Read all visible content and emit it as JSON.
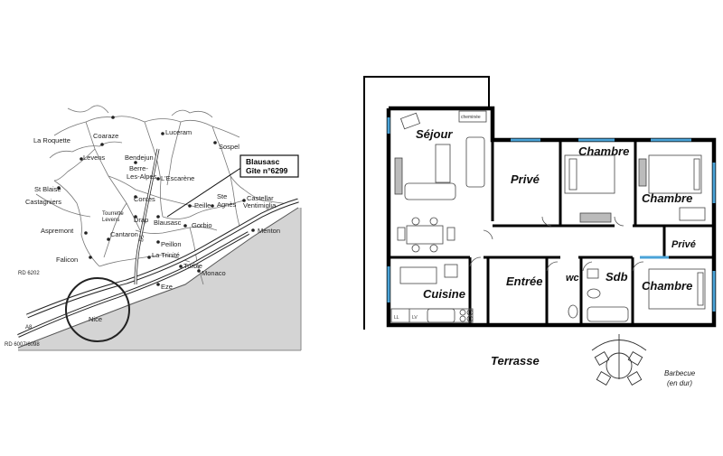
{
  "map": {
    "places": {
      "la_roquette": "La Roquette",
      "coaraze": "Coaraze",
      "luceram": "Luceram",
      "sospel": "Sospel",
      "levens": "Levens",
      "bendejun": "Bendejun",
      "berre": "Berre-",
      "les_alpes": "Les-Alpes",
      "lescarene": "L'Escarène",
      "st_blaise": "St Blaise",
      "castagniers": "Castagniers",
      "contes": "Contes",
      "tourrette": "Tourrette",
      "levens2": "Levens",
      "drap": "Drap",
      "peille": "Peille",
      "ste_agnes_1": "Ste",
      "ste_agnes_2": "Agnès",
      "castellar": "Castellar",
      "ventimiglia": "Ventimiglia",
      "aspremont": "Aspremont",
      "cantaron": "Cantaron",
      "blausasc": "Blausasc",
      "gorbio": "Gorbio",
      "menton": "Menton",
      "peillon": "Peillon",
      "falicon": "Falicon",
      "la_trinite": "La Trinité",
      "turbie": "Turbie",
      "monaco": "Monaco",
      "eze": "Eze",
      "nice": "Nice"
    },
    "roads": {
      "rd6202": "RD 6202",
      "a8": "A8",
      "rd6007": "RD 6007/6098",
      "d5": "D5"
    },
    "callout": {
      "line1": "Blausasc",
      "line2": "Gîte n°6299"
    }
  },
  "plan": {
    "rooms": {
      "sejour": "Séjour",
      "prive1": "Privé",
      "chambre1": "Chambre",
      "chambre2": "Chambre",
      "prive2": "Privé",
      "cuisine": "Cuisine",
      "entree": "Entrée",
      "wc": "wc",
      "sdb": "Sdb",
      "chambre3": "Chambre",
      "terrasse": "Terrasse"
    },
    "cheminee": "cheminée",
    "appliances": {
      "ll": "LL",
      "lv": "LV"
    },
    "barbecue": {
      "line1": "Barbecue",
      "line2": "(en dur)"
    }
  },
  "colors": {
    "window": "#4aa3d8",
    "wall": "#000000",
    "land": "#ffffff",
    "sea": "#d4d4d4"
  }
}
